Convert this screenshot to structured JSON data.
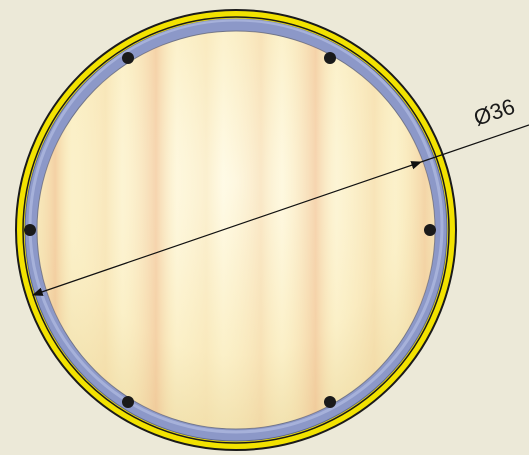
{
  "dimension": {
    "label": "Ø36",
    "symbol": "diameter"
  },
  "part": {
    "outer_ring_color": "#f2e200",
    "gasket_color": "#8c98c8",
    "face_material": "wood"
  },
  "bolts": {
    "count": 6
  },
  "colors": {
    "background": "#ece9d8",
    "dimension_line": "#111111",
    "bolt": "#1a1a1a"
  }
}
